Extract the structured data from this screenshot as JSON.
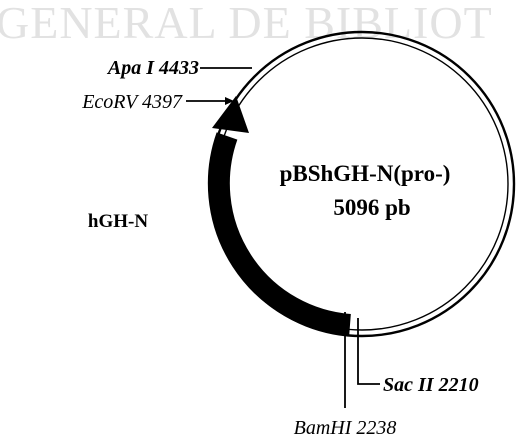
{
  "watermark": "GENERAL DE BIBLIOT",
  "plasmid": {
    "name": "pBShGH-N(pro-)",
    "size": "5096 pb"
  },
  "gene": {
    "label": "hGH-N"
  },
  "sites": {
    "apa": "Apa I 4433",
    "ecorv": "EcoRV 4397",
    "sac": "Sac II 2210",
    "bamhi": "BamHI 2238"
  },
  "colors": {
    "ink": "#000000",
    "watermark": "#e2e2e2",
    "background": "#ffffff"
  }
}
